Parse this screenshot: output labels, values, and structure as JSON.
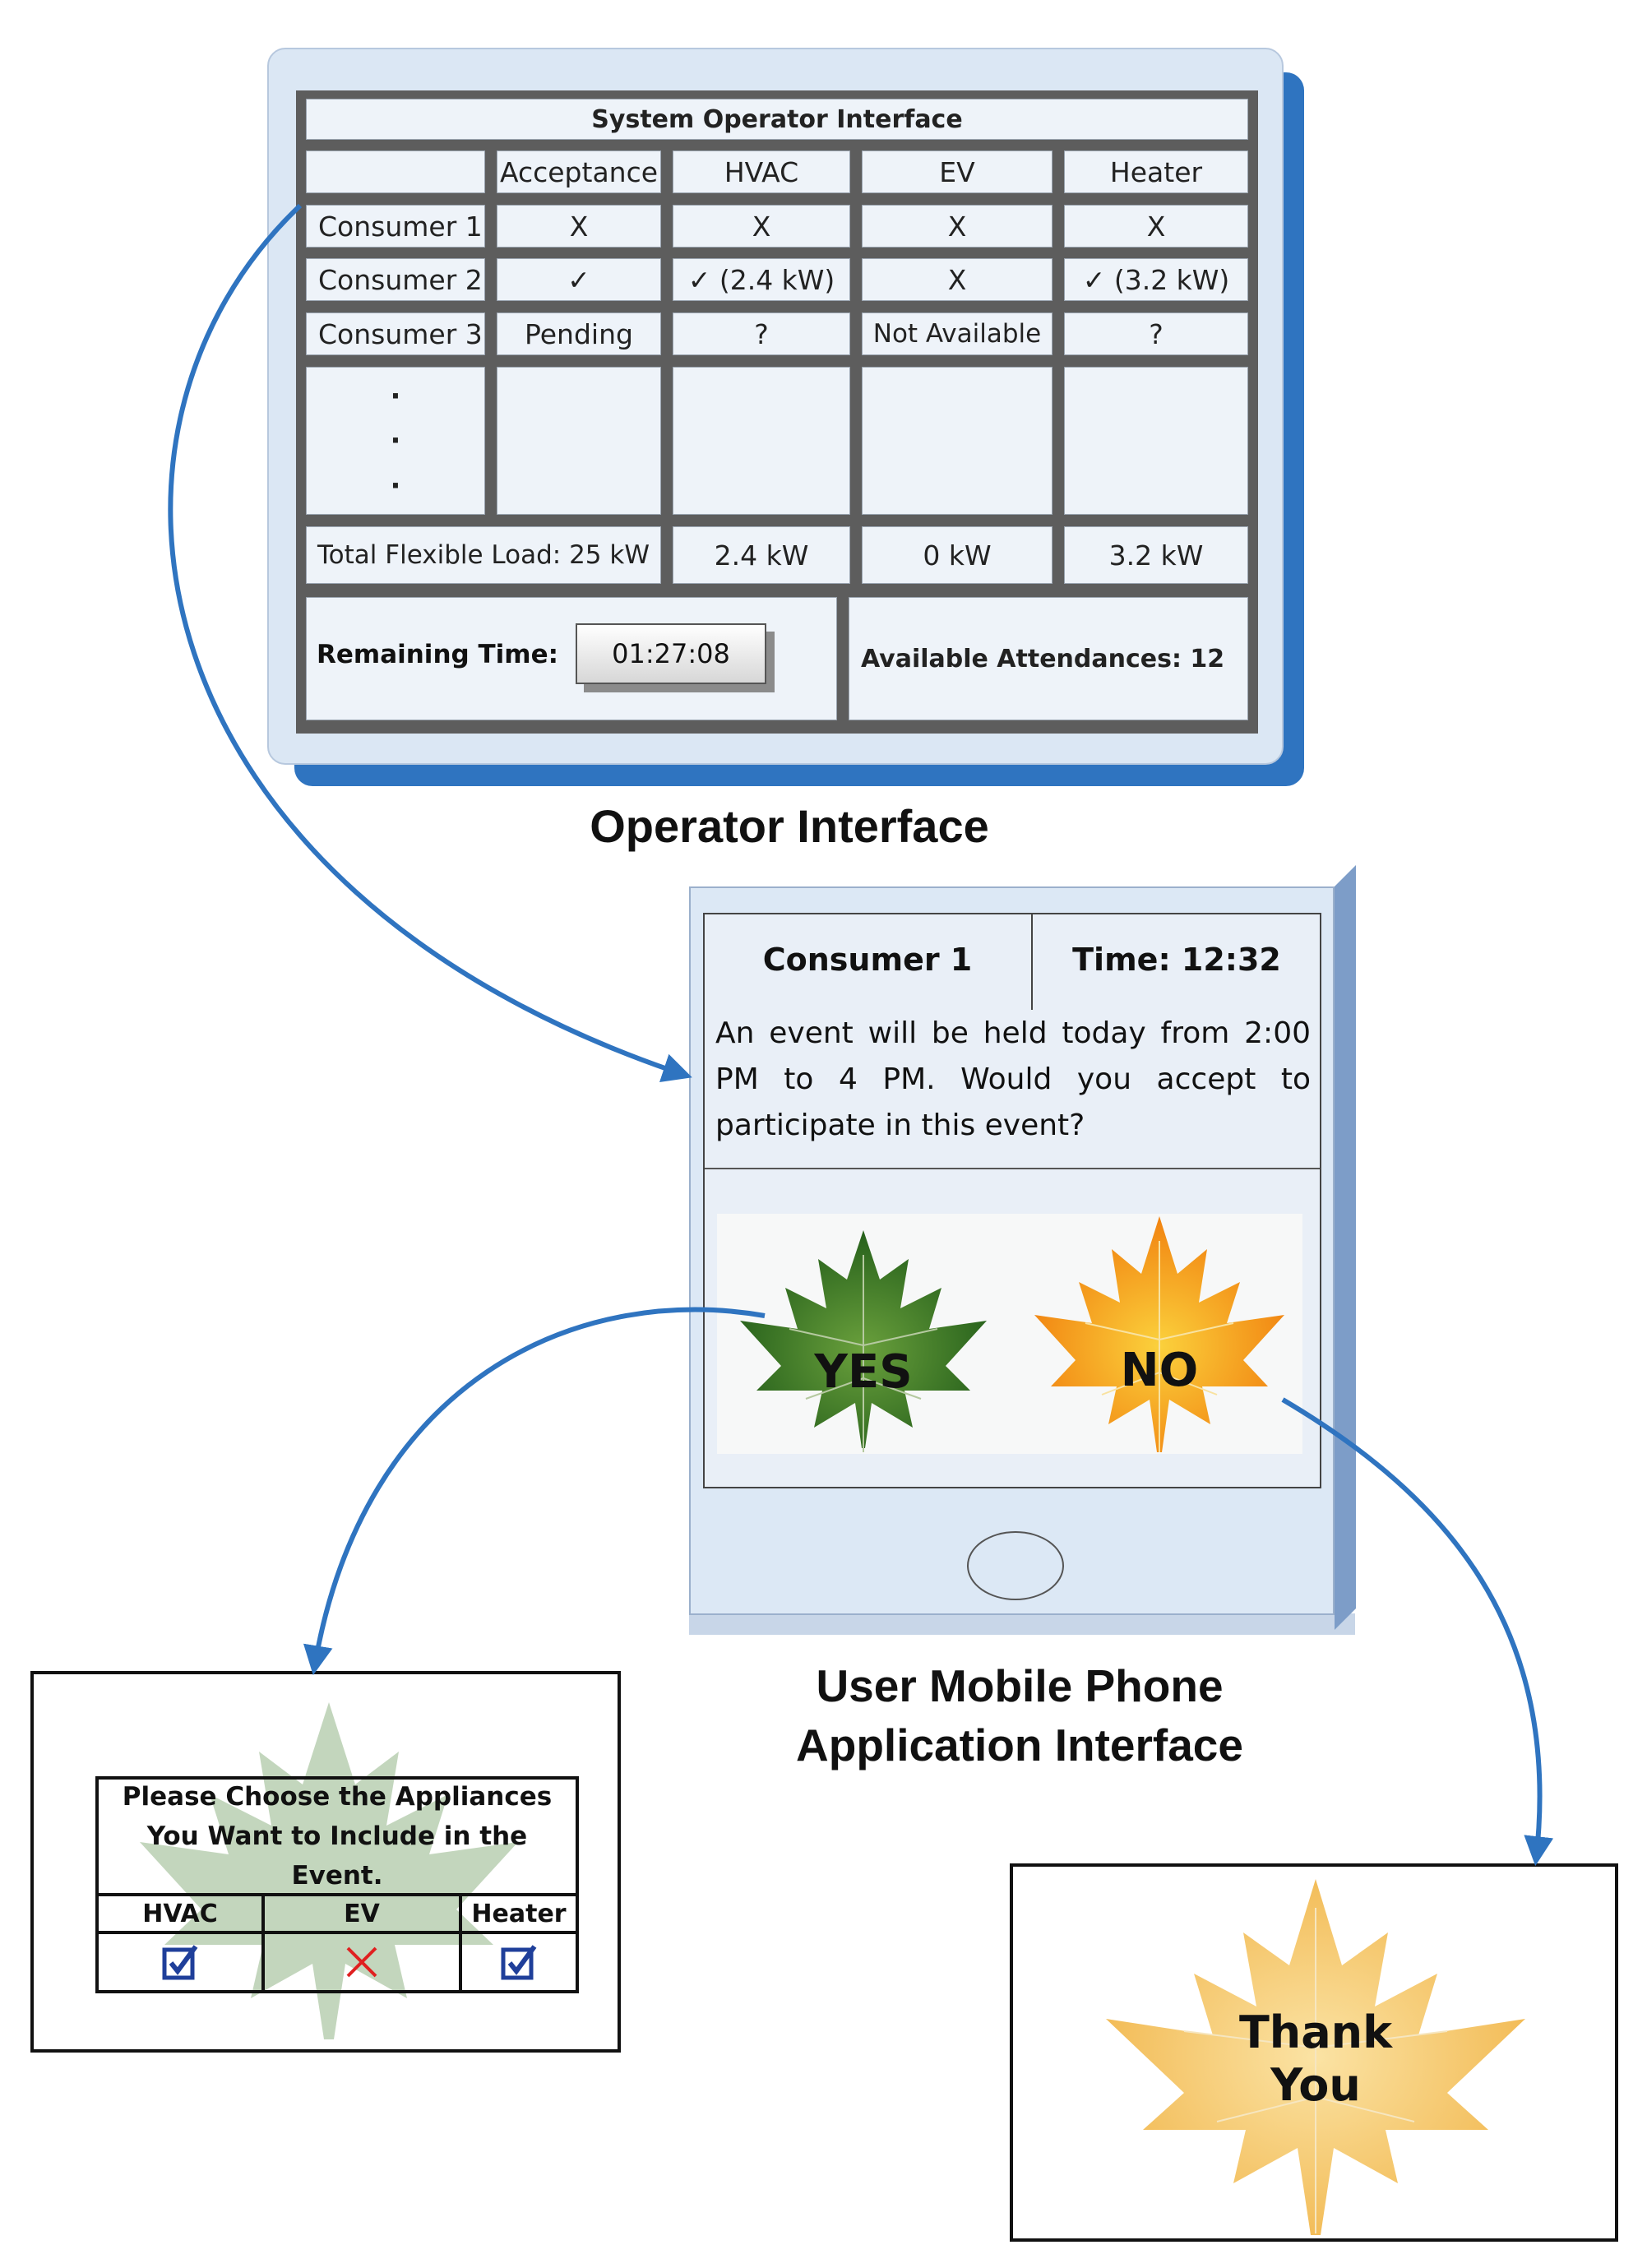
{
  "operator_interface": {
    "title": "System Operator Interface",
    "columns": [
      "",
      "Acceptance",
      "HVAC",
      "EV",
      "Heater"
    ],
    "rows": [
      {
        "label": "Consumer 1",
        "cells": [
          "X",
          "X",
          "X",
          "X"
        ]
      },
      {
        "label": "Consumer 2",
        "cells": [
          "✓",
          "✓ (2.4 kW)",
          "X",
          "✓ (3.2 kW)"
        ]
      },
      {
        "label": "Consumer 3",
        "cells": [
          "Pending",
          "?",
          "Not Available",
          "?"
        ]
      }
    ],
    "ellipsis": "·",
    "totals": {
      "label": "Total Flexible Load: 25 kW",
      "hvac": "2.4 kW",
      "ev": "0 kW",
      "heater": "3.2 kW"
    },
    "remaining_time_label": "Remaining Time:",
    "remaining_time_value": "01:27:08",
    "available_attendances": "Available Attendances: 12",
    "caption": "Operator Interface"
  },
  "phone": {
    "consumer": "Consumer 1",
    "time": "Time: 12:32",
    "message_lines": [
      "An event will be held today from 2:00",
      "PM to 4 PM. Would you accept to",
      "participate in this event?"
    ],
    "yes_label": "YES",
    "no_label": "NO",
    "caption_line1": "User Mobile Phone",
    "caption_line2": "Application Interface"
  },
  "appliance_choice": {
    "prompt_lines": [
      "Please Choose the Appliances",
      "You Want to Include in the",
      "Event."
    ],
    "columns": [
      "HVAC",
      "EV",
      "Heater"
    ],
    "selected": [
      true,
      false,
      true
    ]
  },
  "thank_you": {
    "line1": "Thank",
    "line2": "You"
  },
  "colors": {
    "arrow": "#2f74c0",
    "yes_leaf": "#3f7d24",
    "no_leaf": "#f28f12",
    "thank_leaf": "#f3c56a",
    "choice_leaf": "#9fbf96"
  }
}
